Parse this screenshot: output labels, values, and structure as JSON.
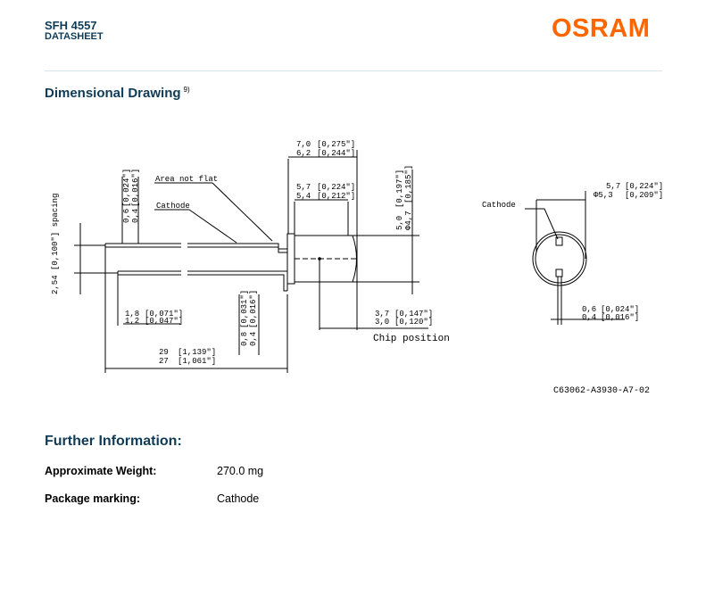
{
  "header": {
    "part_number": "SFH 4557",
    "doc_type": "DATASHEET",
    "logo_text": "OSRAM",
    "brand_color": "#ff6600",
    "title_color": "#0f3b57"
  },
  "dimensional_drawing": {
    "title": "Dimensional Drawing",
    "footnote": "9)",
    "labels": {
      "area_not_flat": "Area not flat",
      "cathode_side": "Cathode",
      "cathode_front": "Cathode",
      "chip_position": "Chip position",
      "spacing": "2,54 [0,100\"] spacing",
      "drawing_code": "C63062-A3930-A7-02"
    },
    "dims": {
      "d_len_top_a": "7,0",
      "d_len_top_a_in": "0,275\"",
      "d_len_top_b": "6,2",
      "d_len_top_b_in": "0,244\"",
      "d_dia_a": "5,7",
      "d_dia_a_in": "0,224\"",
      "d_dia_b": "5,4",
      "d_dia_b_in": "0,212\"",
      "d_h_a": "5,0",
      "d_h_a_in": "0,197\"",
      "d_h_b": "Φ4,7",
      "d_h_b_in": "0,185\"",
      "d_lead_a": "0,6",
      "d_lead_a_in": "0,024\"",
      "d_lead_b": "0,4",
      "d_lead_b_in": "0,016\"",
      "d_l18_a": "1,8",
      "d_l18_a_in": "0,071\"",
      "d_l18_b": "1,2",
      "d_l18_b_in": "0,047\"",
      "d_l08_a": "0,8",
      "d_l08_a_in": "0,031\"",
      "d_l08_b": "0,4",
      "d_l08_b_in": "0,016\"",
      "d_chip_a": "3,7",
      "d_chip_a_in": "0,147\"",
      "d_chip_b": "3,0",
      "d_chip_b_in": "0,120\"",
      "d_total_a": "29",
      "d_total_a_in": "1,139\"",
      "d_total_b": "27",
      "d_total_b_in": "1,061\"",
      "d_fr_dia_a": "5,7",
      "d_fr_dia_a_in": "0,224\"",
      "d_fr_dia_b": "Φ5,3",
      "d_fr_dia_b_in": "0,209\"",
      "d_fr_lead_a": "0,6",
      "d_fr_lead_a_in": "0,024\"",
      "d_fr_lead_b": "0,4",
      "d_fr_lead_b_in": "0,016\""
    }
  },
  "further_information": {
    "title": "Further Information:",
    "rows": [
      {
        "label": "Approximate Weight:",
        "value": "270.0 mg"
      },
      {
        "label": "Package marking:",
        "value": "Cathode"
      }
    ]
  }
}
